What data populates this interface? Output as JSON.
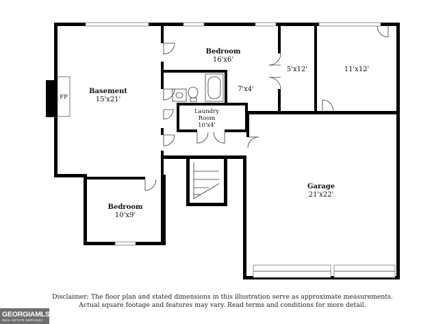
{
  "rooms": {
    "basement": {
      "name": "Basement",
      "dims": "15'x21'"
    },
    "bedroom_top": {
      "name": "Bedroom",
      "dims": "16'x6'"
    },
    "closet_7x4": {
      "dims": "7'x4'"
    },
    "closet_5x12": {
      "dims": "5'x12'"
    },
    "room_11x12": {
      "dims": "11'x12'"
    },
    "laundry": {
      "name_line1": "Laundry",
      "name_line2": "Room",
      "dims": "10'x4'"
    },
    "bedroom_bottom": {
      "name": "Bedroom",
      "dims": "10'x9'"
    },
    "garage": {
      "name": "Garage",
      "dims": "21'x22'"
    }
  },
  "fireplace_label": "FP",
  "disclaimer": {
    "line1": "Disclaimer: The floor plan and stated dimensions in this illustration serve as approximate measurements.",
    "line2": "Actual square footage and features may vary. Read terms and conditions for more detail."
  },
  "logo": {
    "line1": "GEORGIAMLS",
    "line2": "REAL ESTATE SERVICES"
  }
}
